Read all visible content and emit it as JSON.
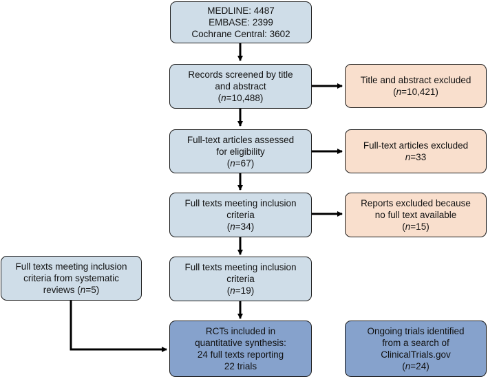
{
  "colors": {
    "main": "#cfdde8",
    "excluded": "#f9dfcd",
    "final": "#86a2cc",
    "border": "#1a1a1a",
    "arrow": "#000000"
  },
  "boxes": {
    "sources": {
      "lines": [
        "MEDLINE: 4487",
        "EMBASE: 2399",
        "Cochrane Central: 3602"
      ]
    },
    "screened": {
      "lines": [
        "Records screened by title",
        "and abstract"
      ],
      "n_prefix": "(",
      "n_var": "n",
      "n_value": "=10,488)"
    },
    "excluded_title": {
      "lines": [
        "Title and abstract excluded"
      ],
      "n_prefix": "(",
      "n_var": "n",
      "n_value": "=10,421)"
    },
    "fulltext_assessed": {
      "lines": [
        "Full-text articles assessed",
        "for eligibility"
      ],
      "n_prefix": "(",
      "n_var": "n",
      "n_value": "=67)"
    },
    "fulltext_excluded": {
      "lines": [
        "Full-text articles excluded"
      ],
      "n_prefix": "",
      "n_var": "n",
      "n_value": "=33"
    },
    "meeting_criteria_1": {
      "lines": [
        "Full texts meeting inclusion",
        "criteria"
      ],
      "n_prefix": "(",
      "n_var": "n",
      "n_value": "=34)"
    },
    "reports_excluded": {
      "lines": [
        "Reports excluded because",
        "no full text available"
      ],
      "n_prefix": "(",
      "n_var": "n",
      "n_value": "=15)"
    },
    "systematic_reviews": {
      "line1": "Full texts meeting inclusion",
      "line2": "criteria from systematic",
      "line3_prefix": "reviews (",
      "n_var": "n",
      "n_value": "=5)"
    },
    "meeting_criteria_2": {
      "lines": [
        "Full texts meeting inclusion",
        "criteria"
      ],
      "n_prefix": "(",
      "n_var": "n",
      "n_value": "=19)"
    },
    "rcts_included": {
      "lines": [
        "RCTs included in",
        "quantitative synthesis:",
        "24 full texts reporting",
        "22 trials"
      ]
    },
    "ongoing_trials": {
      "lines": [
        "Ongoing trials identified",
        "from a search of",
        "ClinicalTrials.gov"
      ],
      "n_prefix": "(",
      "n_var": "n",
      "n_value": "=24)"
    }
  }
}
